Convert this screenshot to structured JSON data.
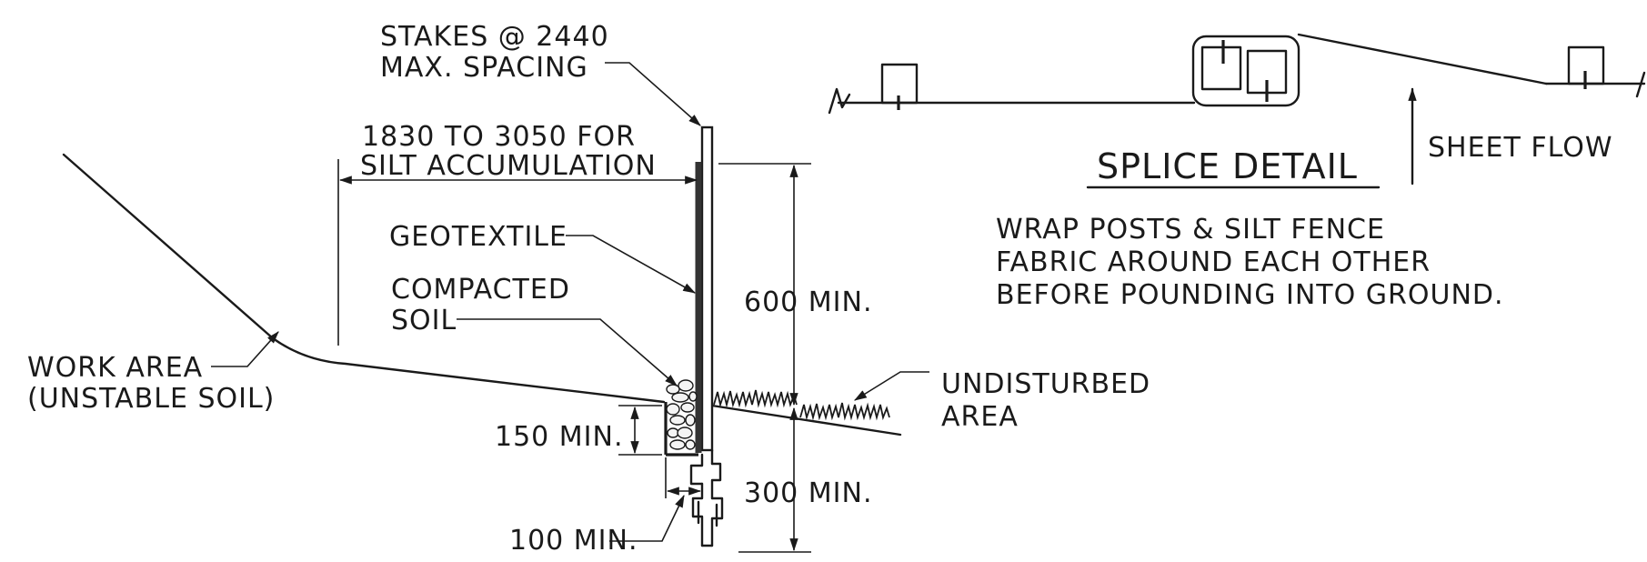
{
  "labels": {
    "stakes_line1": "STAKES @ 2440",
    "stakes_line2": "MAX. SPACING",
    "silt_line1": "1830 TO 3050 FOR",
    "silt_line2": "SILT ACCUMULATION",
    "geotextile": "GEOTEXTILE",
    "compacted_line1": "COMPACTED",
    "compacted_line2": "SOIL",
    "work_area_line1": "WORK AREA",
    "work_area_line2": "(UNSTABLE SOIL)",
    "dim_600": "600 MIN.",
    "dim_150": "150 MIN.",
    "dim_300": "300 MIN.",
    "dim_100": "100 MIN.",
    "undisturbed_line1": "UNDISTURBED",
    "undisturbed_line2": "AREA",
    "splice_title": "SPLICE DETAIL",
    "sheet_flow": "SHEET FLOW",
    "note_line1": "WRAP POSTS & SILT FENCE",
    "note_line2": "FABRIC AROUND EACH OTHER",
    "note_line3": "BEFORE POUNDING INTO GROUND."
  }
}
